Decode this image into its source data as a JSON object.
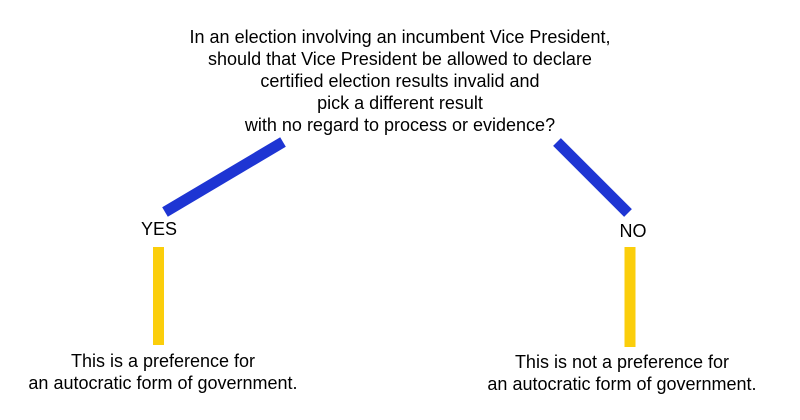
{
  "diagram": {
    "question_lines": [
      "In an election involving an incumbent Vice President,",
      "should that Vice President be allowed to declare",
      "certified election results invalid and",
      "pick a different result",
      "with no regard to process or evidence?"
    ],
    "branches": [
      {
        "label": "YES",
        "conclusion_lines": [
          "This is a preference for",
          "an autocratic form of government."
        ]
      },
      {
        "label": "NO",
        "conclusion_lines": [
          "This is not a preference for",
          "an autocratic form of government."
        ]
      }
    ],
    "colors": {
      "branch_line_blue": "#1e35d3",
      "stem_line_yellow": "#fbce0b",
      "text": "#000000",
      "background": "#ffffff"
    }
  }
}
